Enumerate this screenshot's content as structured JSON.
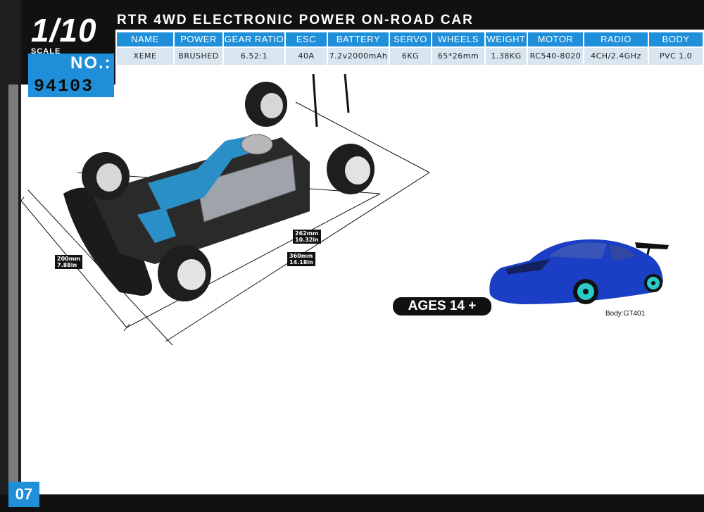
{
  "header": {
    "scale": "1/10",
    "scale_label": "SCALE",
    "no_label": "NO.:",
    "model_number": "94103",
    "title": "RTR 4WD ELECTRONIC POWER ON-ROAD CAR"
  },
  "specs": {
    "columns": [
      "NAME",
      "POWER",
      "GEAR RATIO",
      "ESC",
      "BATTERY",
      "SERVO",
      "WHEELS",
      "WEIGHT",
      "MOTOR",
      "RADIO",
      "BODY"
    ],
    "values": [
      "XEME",
      "BRUSHED",
      "6.52:1",
      "40A",
      "7.2v2000mAh",
      "6KG",
      "65*26mm",
      "1.38KG",
      "RC540-8020",
      "4CH/2.4GHz",
      "PVC 1.0"
    ]
  },
  "dimensions": {
    "width_mm": "200mm",
    "width_in": "7.88in",
    "wheelbase_mm": "262mm",
    "wheelbase_in": "10.32in",
    "length_mm": "360mm",
    "length_in": "14.18in"
  },
  "ages": "AGES 14 +",
  "body_label": "Body:GT401",
  "page_number": "07",
  "colors": {
    "accent_blue": "#1f8fd9",
    "dark": "#111111",
    "table_value_bg": "#d9e6ef",
    "car_body_blue": "#1a3fc4"
  }
}
